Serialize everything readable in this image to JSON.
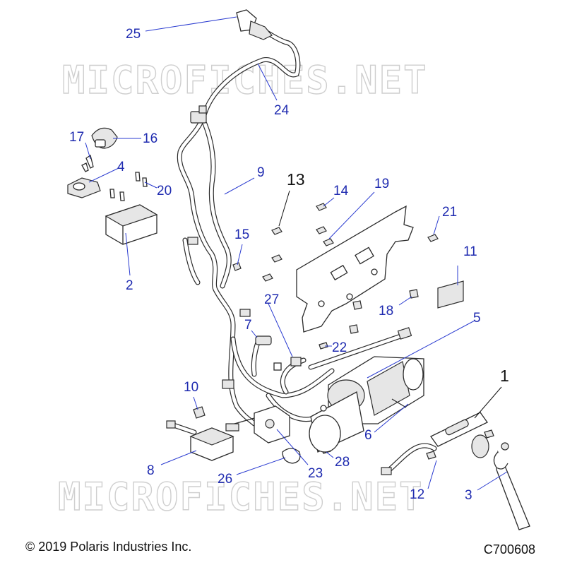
{
  "watermark": "MICROFICHES.NET",
  "copyright": "© 2019 Polaris Industries Inc.",
  "diagram_id": "C700608",
  "callouts": {
    "c1": "1",
    "c2": "2",
    "c3": "3",
    "c4": "4",
    "c5": "5",
    "c6": "6",
    "c7": "7",
    "c8": "8",
    "c9": "9",
    "c10": "10",
    "c11": "11",
    "c12": "12",
    "c13": "13",
    "c14": "14",
    "c15": "15",
    "c16": "16",
    "c17": "17",
    "c18": "18",
    "c19": "19",
    "c20": "20",
    "c21": "21",
    "c22": "22",
    "c23": "23",
    "c24": "24",
    "c25": "25",
    "c26": "26",
    "c27": "27",
    "c28": "28"
  },
  "colors": {
    "callout": "#1f2bb0",
    "leader": "#2a3bd0",
    "line_art": "#2b2b2b",
    "watermark": "#cfcfcf"
  }
}
